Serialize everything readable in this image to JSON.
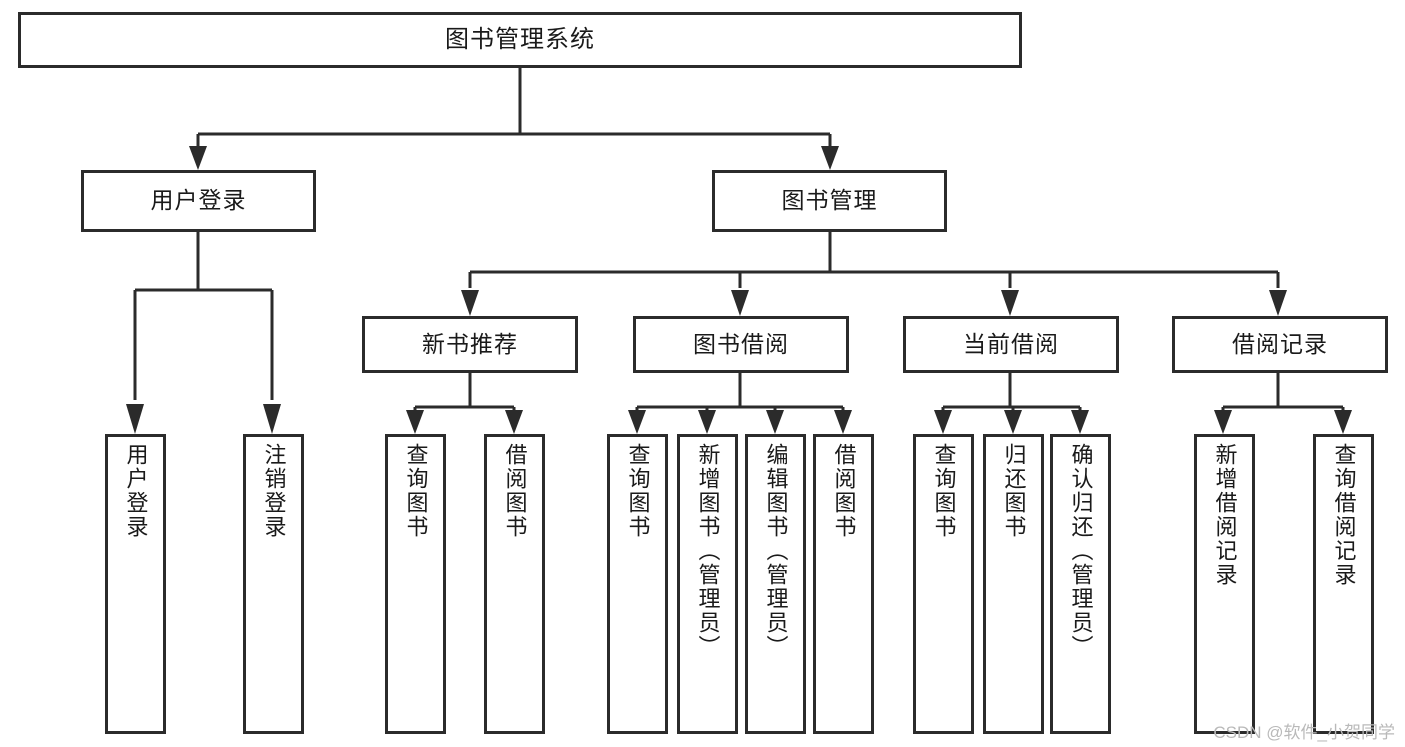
{
  "diagram": {
    "title": "图书管理系统",
    "type": "tree",
    "watermark": "CSDN @软件_小贺同学",
    "colors": {
      "background": "#ffffff",
      "box_border": "#2b2b2b",
      "box_fill": "#ffffff",
      "connector": "#2b2b2b",
      "text": "#1a1a1a",
      "watermark": "#b9b9b9"
    },
    "root": {
      "label": "图书管理系统"
    },
    "level2": [
      {
        "label": "用户登录"
      },
      {
        "label": "图书管理"
      }
    ],
    "level3": [
      {
        "label": "新书推荐"
      },
      {
        "label": "图书借阅"
      },
      {
        "label": "当前借阅"
      },
      {
        "label": "借阅记录"
      }
    ],
    "leaves": {
      "user_login": [
        {
          "label": "用户登录"
        },
        {
          "label": "注销登录"
        }
      ],
      "new_book_recommend": [
        {
          "label": "查询图书"
        },
        {
          "label": "借阅图书"
        }
      ],
      "book_borrow": [
        {
          "label": "查询图书"
        },
        {
          "label": "新增图书（管理员）"
        },
        {
          "label": "编辑图书（管理员）"
        },
        {
          "label": "借阅图书"
        }
      ],
      "current_borrow": [
        {
          "label": "查询图书"
        },
        {
          "label": "归还图书"
        },
        {
          "label": "确认归还（管理员）"
        }
      ],
      "borrow_record": [
        {
          "label": "新增借阅记录"
        },
        {
          "label": "查询借阅记录"
        }
      ]
    }
  }
}
